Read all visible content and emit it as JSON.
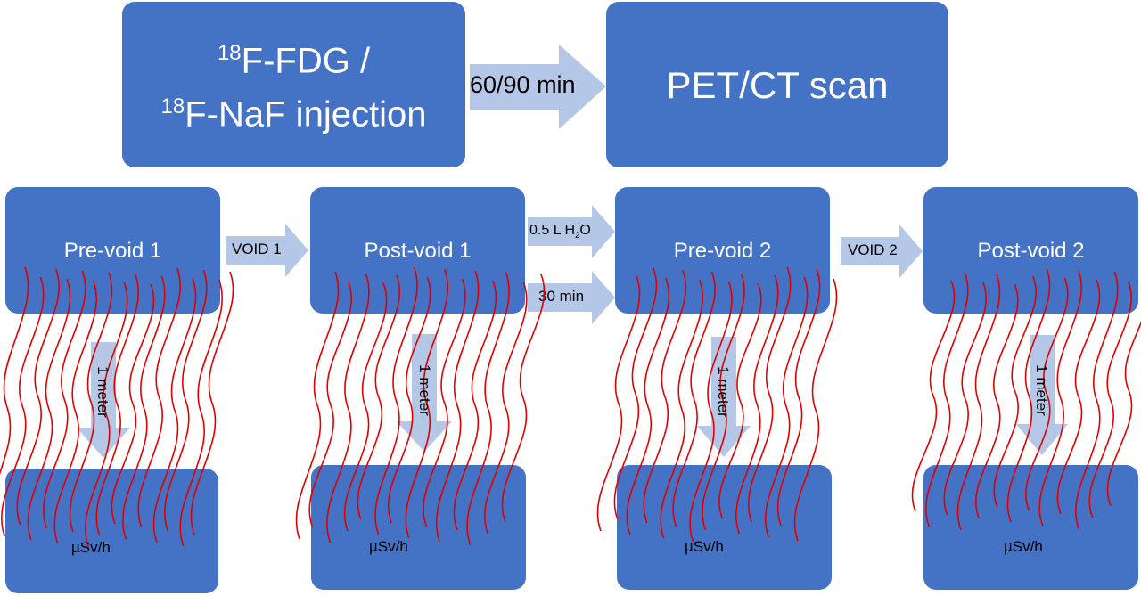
{
  "top": {
    "injection": {
      "sup1": "18",
      "line1": "F-FDG /",
      "sup2": "18",
      "line2": "F-NaF injection"
    },
    "wait_label": "60/90 min",
    "scan_label": "PET/CT scan"
  },
  "stages": [
    {
      "label": "Pre-void 1"
    },
    {
      "label": "Post-void 1"
    },
    {
      "label": "Pre-void 2"
    },
    {
      "label": "Post-void 2"
    }
  ],
  "transitions": {
    "void1": "VOID 1",
    "water_prefix": "0.5 L H",
    "water_sub": "2",
    "water_suffix": "O",
    "wait30": "30 min",
    "void2": "VOID 2"
  },
  "distance_label": "1 meter",
  "dose_unit": "µSv/h",
  "colors": {
    "box": "#4472C4",
    "arrow": "#B4C7E7",
    "wave": "#E00000"
  }
}
